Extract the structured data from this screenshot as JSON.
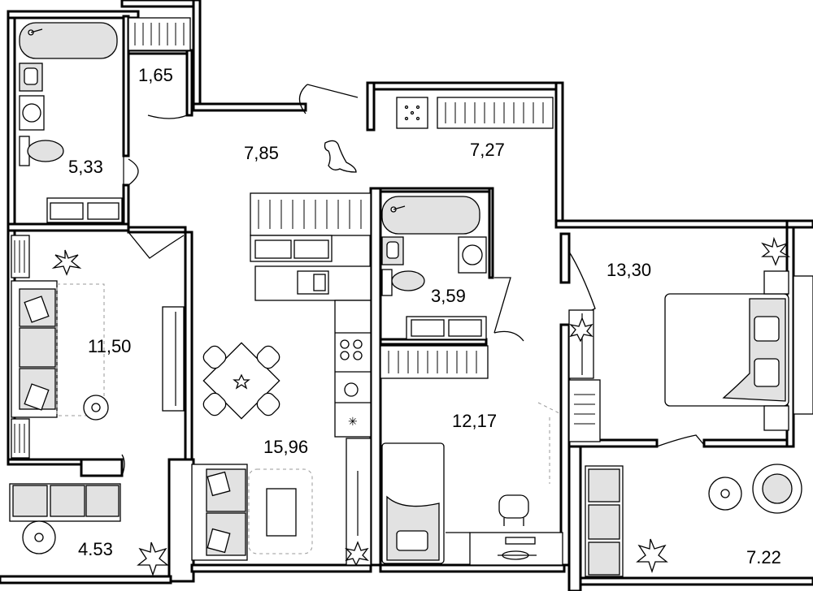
{
  "rooms": [
    {
      "id": "bathroom-1",
      "area": "5,33"
    },
    {
      "id": "closet",
      "area": "1,65"
    },
    {
      "id": "hallway",
      "area": "7,85"
    },
    {
      "id": "wardrobe",
      "area": "7,27"
    },
    {
      "id": "living-room",
      "area": "11,50"
    },
    {
      "id": "kitchen-dining",
      "area": "15,96"
    },
    {
      "id": "bathroom-2",
      "area": "3,59"
    },
    {
      "id": "bedroom",
      "area": "13,30"
    },
    {
      "id": "study",
      "area": "12,17"
    },
    {
      "id": "balcony-1",
      "area": "4.53"
    },
    {
      "id": "balcony-2",
      "area": "7.22"
    }
  ],
  "colors": {
    "wall": "#000000",
    "furniture_fill": "#e2e2e2",
    "background": "#ffffff"
  },
  "icons": [
    "plant-icon",
    "dog-icon",
    "bathtub-icon",
    "toilet-icon",
    "sink-icon",
    "washing-machine-icon",
    "bed-icon",
    "sofa-icon",
    "desk-icon",
    "stove-icon"
  ]
}
